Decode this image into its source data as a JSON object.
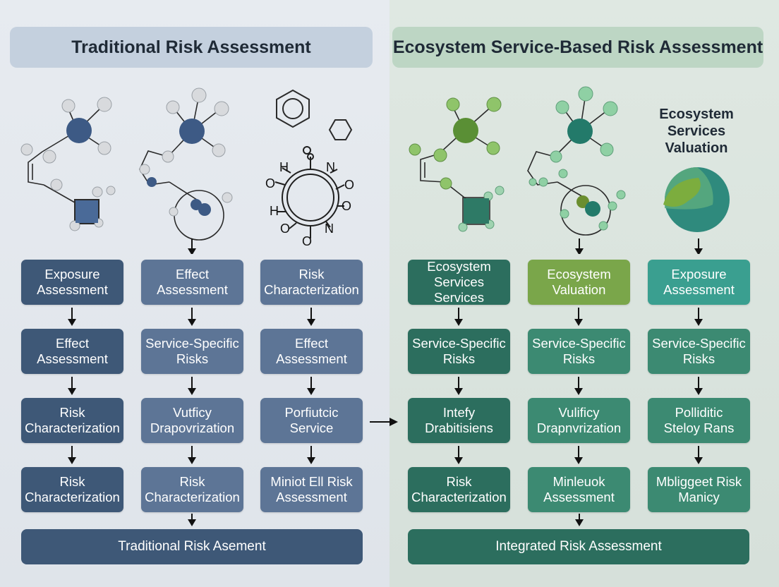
{
  "headers": {
    "left": "Traditional Risk Assessment",
    "right": "Ecosystem Service-Based Risk Assessment"
  },
  "ecosystem_title": "Ecosystem\nServices\nValuation",
  "molecule_labels": {
    "h1": "H",
    "h2": "H",
    "n1": "N",
    "n2": "N",
    "o1": "O",
    "o2": "O",
    "o3": "O",
    "o4": "O",
    "o5": "O"
  },
  "columns": [
    {
      "boxes": [
        "Exposure\nAssessment",
        "Effect\nAssessment",
        "Risk\nCharacterization",
        "Risk\nCharacterization"
      ]
    },
    {
      "boxes": [
        "Effect\nAssessment",
        "Service-Specific\nRisks",
        "Vutficy\nDrapovrization",
        "Risk\nCharacterization"
      ]
    },
    {
      "boxes": [
        "Risk\nCharacterization",
        "Effect\nAssessment",
        "Porfiutcic\nService",
        "Miniot Ell Risk\nAssessment"
      ]
    },
    {
      "boxes": [
        "Ecosystem\nServices Services",
        "Service-Specific\nRisks",
        "Intefy\nDrabitisiens",
        "Risk\nCharacterization"
      ]
    },
    {
      "boxes": [
        "Ecosystem\nValuation",
        "Service-Specific\nRisks",
        "Vulificy\nDrapnvrization",
        "Minleuok\nAssessment"
      ]
    },
    {
      "boxes": [
        "Exposure\nAssessment",
        "Service-Specific\nRisks",
        "Polliditic\nSteloy Rans",
        "Mbliggeet Risk\nManicy"
      ]
    }
  ],
  "bottom_bars": {
    "left": "Traditional Risk Asement",
    "right": "Integrated Risk Assessment"
  },
  "colors": {
    "left_box_dark": "#3e5877",
    "left_box_mid": "#5d7596",
    "right_box_dark": "#2c6e5e",
    "right_box_mid": "#3c8a72",
    "right_box_light": "#4c9c84",
    "accent_green": "#7aa64a",
    "accent_teal": "#3a9f90"
  }
}
